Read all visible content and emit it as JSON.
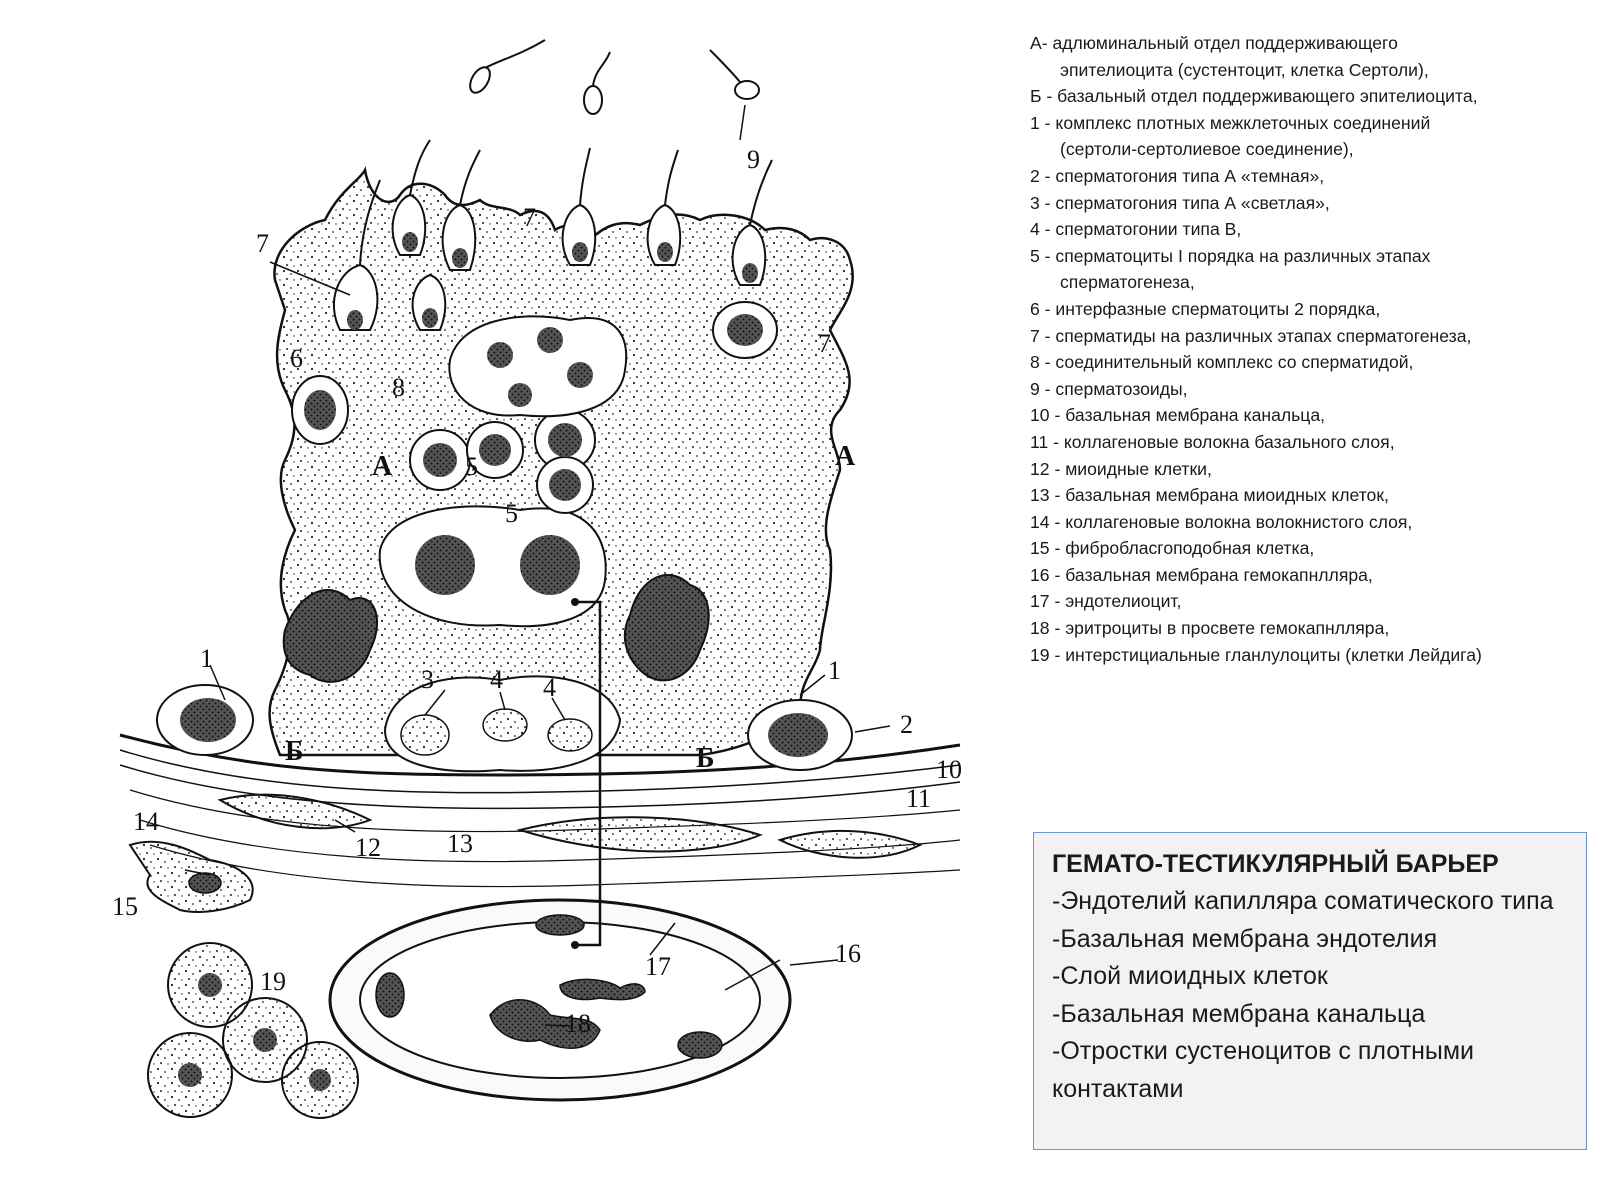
{
  "legend": [
    {
      "line": "А- адлюминальный отдел поддерживающего",
      "cont": "эпителиоцита (сустентоцит, клетка Сертоли),"
    },
    {
      "line": "Б - базальный отдел поддерживающего эпителиоцита,"
    },
    {
      "line": "1 - комплекс плотных межклеточных соединений",
      "cont": "(сертоли-сертолиевое соединение),"
    },
    {
      "line": "2 - сперматогония типа А «темная»,"
    },
    {
      "line": "3 - сперматогония типа А «светлая»,"
    },
    {
      "line": "4 - сперматогонии типа В,"
    },
    {
      "line": "5 - сперматоциты I порядка на различных этапах",
      "cont": "сперматогенеза,"
    },
    {
      "line": "6 - интерфазные сперматоциты 2 порядка,"
    },
    {
      "line": "7 - сперматиды на различных этапах сперматогенеза,"
    },
    {
      "line": "8 - соединительный комплекс со сперматидой,"
    },
    {
      "line": "9 - сперматозоиды,"
    },
    {
      "line": "10 - базальная мембрана канальца,"
    },
    {
      "line": "11 - коллагеновые волокна базального слоя,"
    },
    {
      "line": "12 - миоидные клетки,"
    },
    {
      "line": "13 - базальная мембрана миоидных клеток,"
    },
    {
      "line": "14 - коллагеновые волокна волокнистого слоя,"
    },
    {
      "line": "15 - фибробласгоподобная клетка,"
    },
    {
      "line": "16 - базальная мембрана гемокапнлляра,"
    },
    {
      "line": "17 - эндотелиоцит,"
    },
    {
      "line": "18 - эритроциты в просвете гемокапнлляра,"
    },
    {
      "line": "19 - интерстициальные гланлулоциты (клетки Лейдига)"
    }
  ],
  "barrier": {
    "title": "ГЕМАТО-ТЕСТИКУЛЯРНЫЙ БАРЬЕР",
    "items": [
      "-Эндотелий капилляра соматического типа",
      "-Базальная мембрана эндотелия",
      "-Слой миоидных клеток",
      "-Базальная мембрана канальца",
      "-Отростки сустеноцитов с плотными контактами"
    ],
    "border_color": "#6b96c8",
    "background": "#f2f2f2"
  },
  "figure": {
    "labels": {
      "n1_left": "1",
      "n1_right": "1",
      "n2": "2",
      "n3": "3",
      "n4_a": "4",
      "n4_b": "4",
      "n5_a": "5",
      "n5_b": "5",
      "n6": "6",
      "n7_a": "7",
      "n7_b": "7",
      "n7_c": "7",
      "n8": "8",
      "n9": "9",
      "n10": "10",
      "n11": "11",
      "n12": "12",
      "n13": "13",
      "n14": "14",
      "n15": "15",
      "n16": "16",
      "n17": "17",
      "n18": "18",
      "n19": "19",
      "a_left": "А",
      "a_right": "А",
      "b_left": "Б",
      "b_right": "Б"
    }
  }
}
